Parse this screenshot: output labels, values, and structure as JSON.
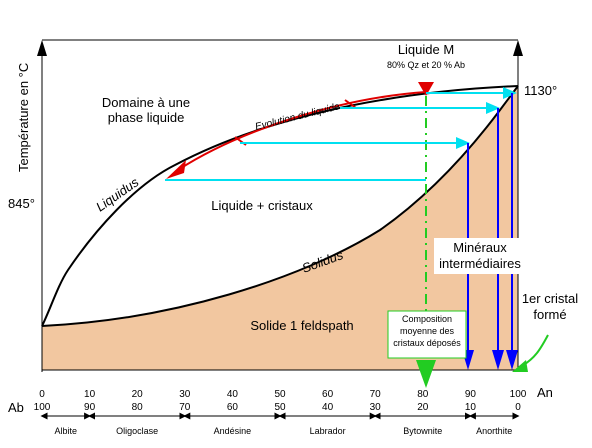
{
  "y_axis_title": "Température en °C",
  "temp_high": "1130°",
  "temp_low": "845°",
  "liquid_m": {
    "title": "Liquide M",
    "subtitle": "80% Qz et 20 % Ab"
  },
  "regions": {
    "liquid_line1": "Domaine à une",
    "liquid_line2": "phase liquide",
    "liquid_crystals": "Liquide + cristaux",
    "solid": "Solide 1 feldspath"
  },
  "curves": {
    "liquidus": "Liquidus",
    "solidus": "Solidus",
    "evolution": "Evolution du liquide"
  },
  "composition_box": {
    "line1": "Composition",
    "line2": "moyenne des",
    "line3": "cristaux déposés"
  },
  "intermediate": {
    "line1": "Minéraux",
    "line2": "intermédiaires"
  },
  "first_crystal": {
    "line1": "1er cristal",
    "line2": "formé"
  },
  "axis": {
    "an_label": "An",
    "ab_label": "Ab",
    "an_ticks": [
      "0",
      "10",
      "20",
      "30",
      "40",
      "50",
      "60",
      "70",
      "80",
      "90",
      "100"
    ],
    "ab_ticks": [
      "100",
      "90",
      "80",
      "70",
      "60",
      "50",
      "40",
      "30",
      "20",
      "10",
      "0"
    ]
  },
  "minerals": [
    "Albite",
    "Oligoclase",
    "Andésine",
    "Labrador",
    "Bytownite",
    "Anorthite"
  ],
  "colors": {
    "solid_fill": "#f2c7a0",
    "red_arrow": "#e00000",
    "cyan_arrow": "#00e0f0",
    "blue_arrow": "#0000ff",
    "green": "#22cc22"
  }
}
